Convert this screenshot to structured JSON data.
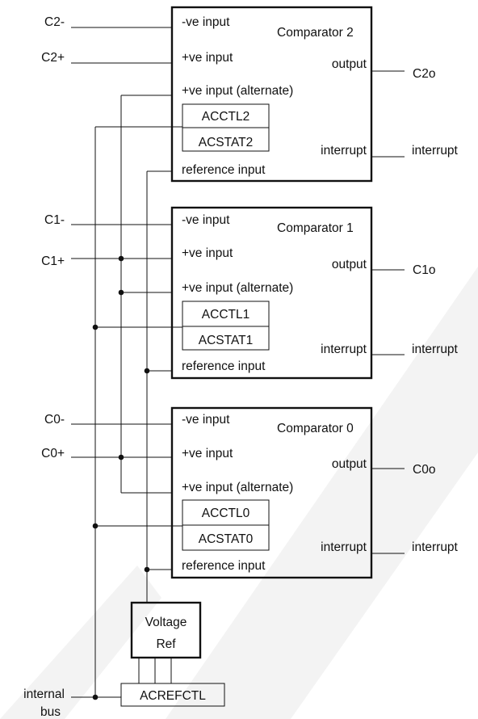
{
  "comparators": [
    {
      "title": "Comparator 2",
      "minus_pin": "C2-",
      "plus_pin": "C2+",
      "output_pin": "C2o",
      "ports": {
        "neg": "-ve input",
        "pos": "+ve input",
        "alt": "+ve input (alternate)",
        "ref": "reference input",
        "out": "output",
        "irq": "interrupt"
      },
      "reg_ctl": "ACCTL2",
      "reg_stat": "ACSTAT2",
      "interrupt_out": "interrupt"
    },
    {
      "title": "Comparator 1",
      "minus_pin": "C1-",
      "plus_pin": "C1+",
      "output_pin": "C1o",
      "ports": {
        "neg": "-ve input",
        "pos": "+ve input",
        "alt": "+ve input (alternate)",
        "ref": "reference input",
        "out": "output",
        "irq": "interrupt"
      },
      "reg_ctl": "ACCTL1",
      "reg_stat": "ACSTAT1",
      "interrupt_out": "interrupt"
    },
    {
      "title": "Comparator 0",
      "minus_pin": "C0-",
      "plus_pin": "C0+",
      "output_pin": "C0o",
      "ports": {
        "neg": "-ve input",
        "pos": "+ve input",
        "alt": "+ve input (alternate)",
        "ref": "reference input",
        "out": "output",
        "irq": "interrupt"
      },
      "reg_ctl": "ACCTL0",
      "reg_stat": "ACSTAT0",
      "interrupt_out": "interrupt"
    }
  ],
  "voltage_ref": {
    "line1": "Voltage",
    "line2": "Ref"
  },
  "ref_register": "ACREFCTL",
  "internal_bus": {
    "line1": "internal",
    "line2": "bus"
  }
}
